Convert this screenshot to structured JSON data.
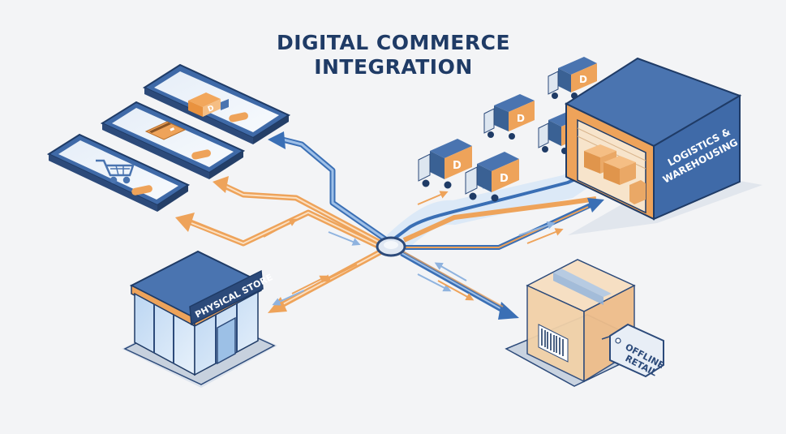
{
  "title": {
    "line1": "DIGITAL COMMERCE",
    "line2": "INTEGRATION"
  },
  "nodes": {
    "warehouse": {
      "line1": "LOGISTICS &",
      "line2": "WAREHOUSING"
    },
    "store": {
      "label": "PHYSICAL STORE"
    },
    "retail": {
      "line1": "OFFLINE",
      "line2": "RETAIL"
    }
  },
  "colors": {
    "navy": "#2c4a7a",
    "blue": "#4a74b0",
    "light_blue": "#9fc0e8",
    "orange": "#eea35a",
    "cream": "#f6dfc3",
    "background": "#f3f4f6"
  },
  "icons": [
    "cart-icon",
    "credit-card-icon",
    "delivery-truck-icon",
    "barcode-icon",
    "hub-icon",
    "logo-d-icon"
  ]
}
